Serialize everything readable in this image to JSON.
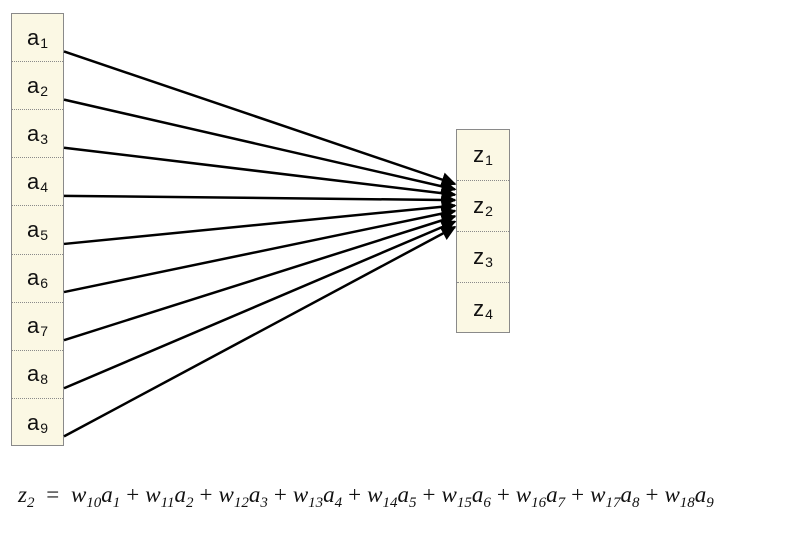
{
  "inputs": [
    {
      "base": "a",
      "sub": "1"
    },
    {
      "base": "a",
      "sub": "2"
    },
    {
      "base": "a",
      "sub": "3"
    },
    {
      "base": "a",
      "sub": "4"
    },
    {
      "base": "a",
      "sub": "5"
    },
    {
      "base": "a",
      "sub": "6"
    },
    {
      "base": "a",
      "sub": "7"
    },
    {
      "base": "a",
      "sub": "8"
    },
    {
      "base": "a",
      "sub": "9"
    }
  ],
  "outputs": [
    {
      "base": "z",
      "sub": "1"
    },
    {
      "base": "z",
      "sub": "2"
    },
    {
      "base": "z",
      "sub": "3"
    },
    {
      "base": "z",
      "sub": "4"
    }
  ],
  "connections_target_index": 1,
  "equation": {
    "lhs": {
      "base": "z",
      "sub": "2"
    },
    "equals": "=",
    "plus": "+",
    "terms": [
      {
        "w": "w",
        "w_sub": "10",
        "a": "a",
        "a_sub": "1"
      },
      {
        "w": "w",
        "w_sub": "11",
        "a": "a",
        "a_sub": "2"
      },
      {
        "w": "w",
        "w_sub": "12",
        "a": "a",
        "a_sub": "3"
      },
      {
        "w": "w",
        "w_sub": "13",
        "a": "a",
        "a_sub": "4"
      },
      {
        "w": "w",
        "w_sub": "14",
        "a": "a",
        "a_sub": "5"
      },
      {
        "w": "w",
        "w_sub": "15",
        "a": "a",
        "a_sub": "6"
      },
      {
        "w": "w",
        "w_sub": "16",
        "a": "a",
        "a_sub": "7"
      },
      {
        "w": "w",
        "w_sub": "17",
        "a": "a",
        "a_sub": "8"
      },
      {
        "w": "w",
        "w_sub": "18",
        "a": "a",
        "a_sub": "9"
      }
    ]
  }
}
